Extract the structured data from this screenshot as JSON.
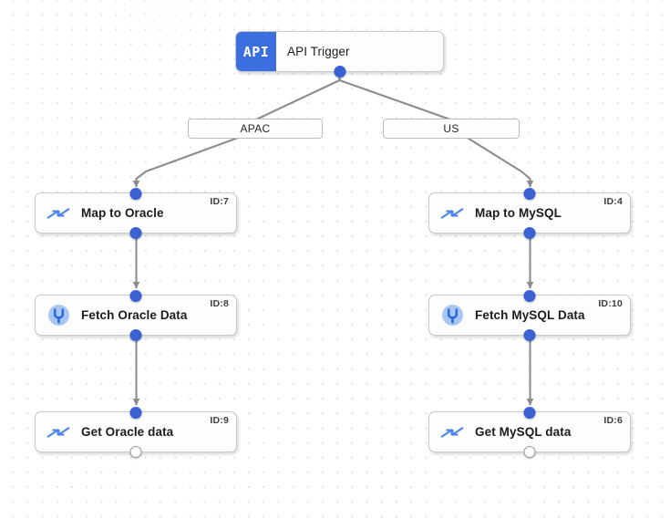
{
  "canvas": {
    "background_color": "#ffffff",
    "dot_color": "#e3e3e6",
    "accent_color": "#3b6fe0",
    "port_color": "#3b62d4",
    "edge_color": "#8c8c90"
  },
  "trigger": {
    "badge_text": "API",
    "label": "API Trigger",
    "icon": "api-badge-icon"
  },
  "branches": [
    {
      "label": "APAC",
      "name": "branch-label-apac"
    },
    {
      "label": "US",
      "name": "branch-label-us"
    }
  ],
  "nodes": [
    {
      "label": "Map to Oracle",
      "id_text": "ID:7",
      "icon": "map-arrows-icon",
      "output_port": "filled"
    },
    {
      "label": "Fetch Oracle Data",
      "id_text": "ID:8",
      "icon": "database-connector-icon",
      "output_port": "filled"
    },
    {
      "label": "Get Oracle data",
      "id_text": "ID:9",
      "icon": "map-arrows-icon",
      "output_port": "hollow"
    },
    {
      "label": "Map to MySQL",
      "id_text": "ID:4",
      "icon": "map-arrows-icon",
      "output_port": "filled"
    },
    {
      "label": "Fetch MySQL Data",
      "id_text": "ID:10",
      "icon": "database-connector-icon",
      "output_port": "filled"
    },
    {
      "label": "Get MySQL data",
      "id_text": "ID:6",
      "icon": "map-arrows-icon",
      "output_port": "hollow"
    }
  ]
}
